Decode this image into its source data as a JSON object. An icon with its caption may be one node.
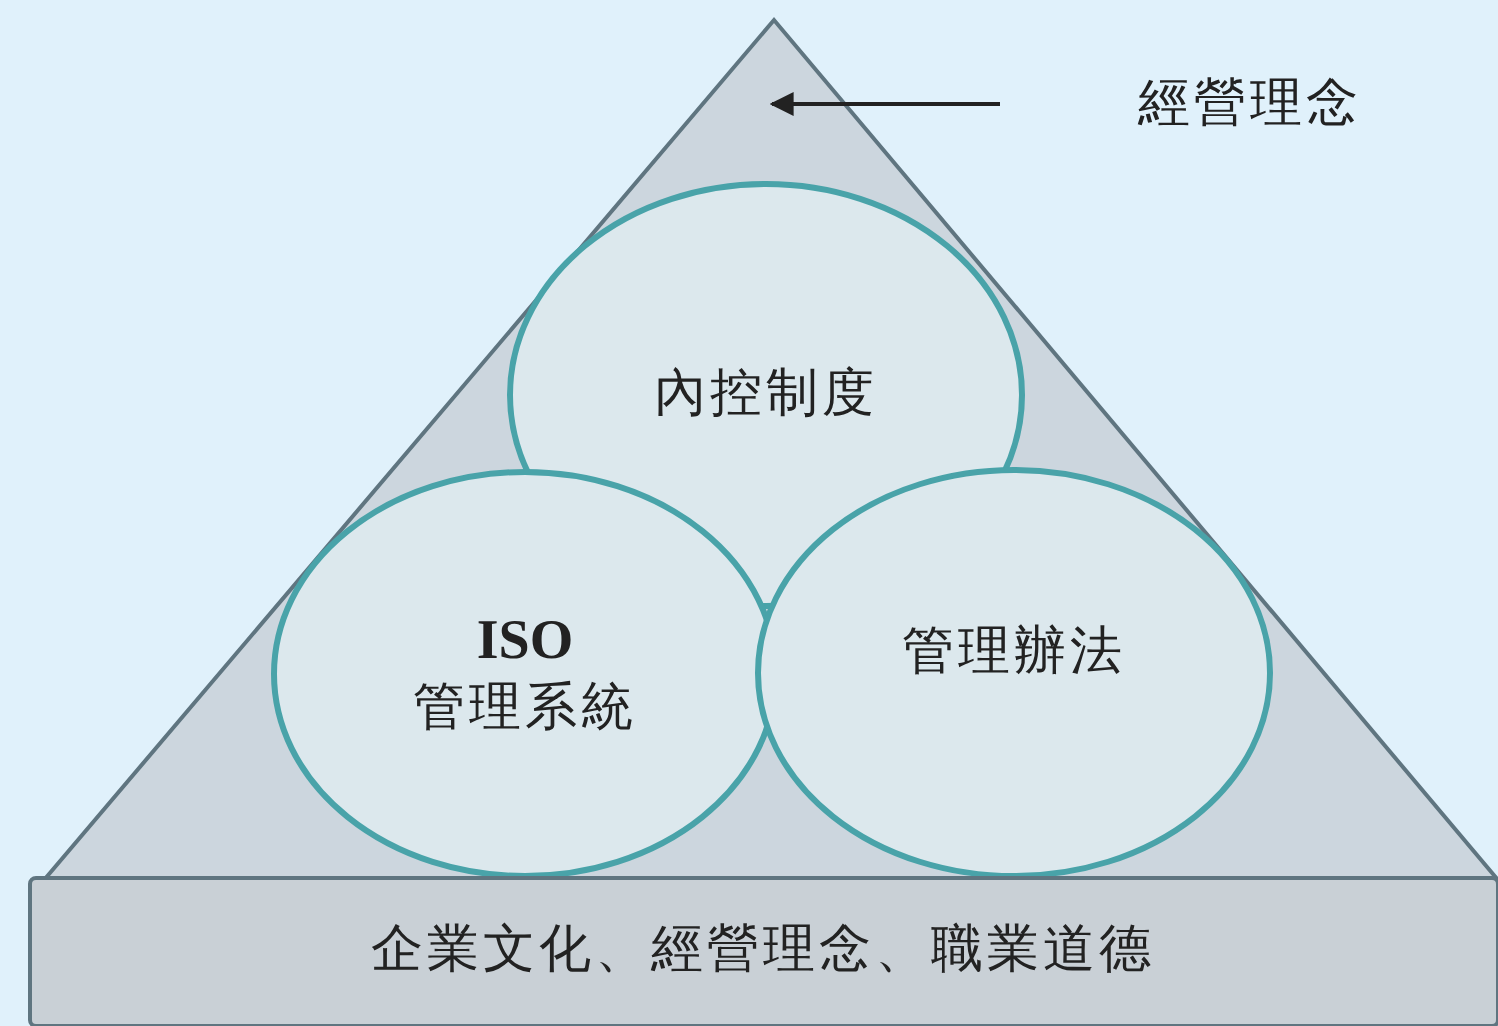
{
  "diagram": {
    "nodes": [
      {
        "text": [],
        "shape": "triangle"
      },
      {
        "text": [
          "經營理念"
        ]
      },
      {
        "text": [
          "內控制度"
        ],
        "in": 0
      },
      {
        "text": [
          "ISO",
          "管理系統"
        ],
        "in": 0
      },
      {
        "text": [
          "管理辦法"
        ],
        "in": 0
      },
      {
        "text": [
          "企業文化、經營理念、職業道德"
        ]
      }
    ],
    "edges": [
      {
        "from": 1,
        "to": 0,
        "arrow": "to"
      }
    ]
  }
}
